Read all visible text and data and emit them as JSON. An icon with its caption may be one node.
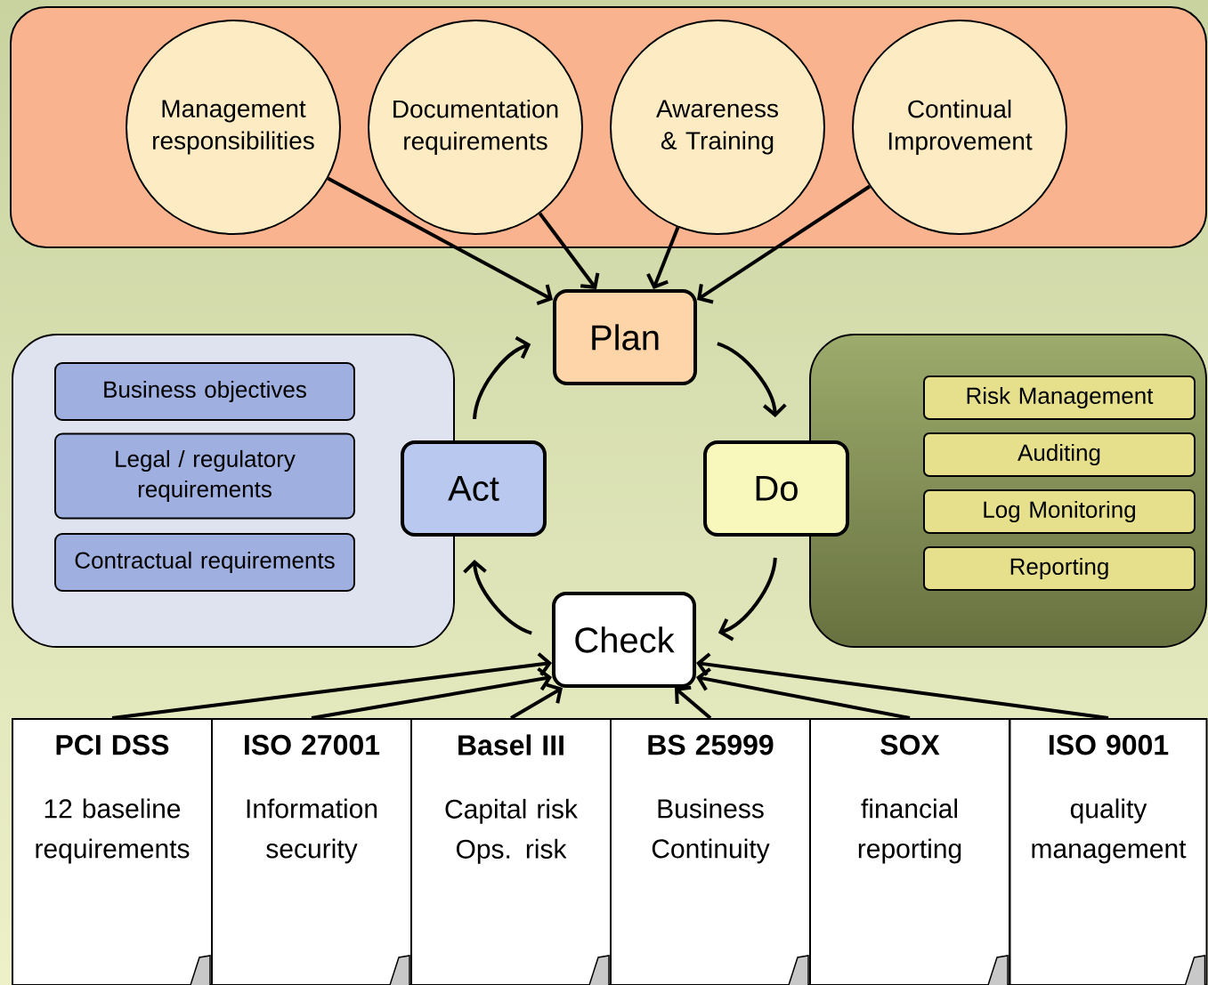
{
  "diagram": {
    "nodes": [
      {
        "text": [],
        "shape": "box"
      },
      {
        "text": [
          "Management responsibilities"
        ],
        "in": 0
      },
      {
        "text": [
          "Documentation requirements"
        ],
        "in": 0
      },
      {
        "text": [
          "Awareness & Training"
        ],
        "in": 0
      },
      {
        "text": [
          "Continual Improvement"
        ],
        "in": 0
      },
      {
        "text": [
          "Plan"
        ]
      },
      {
        "text": [],
        "shape": "box"
      },
      {
        "text": [
          "Business objectives"
        ],
        "in": 6
      },
      {
        "text": [
          "Legal / regulatory requirements"
        ],
        "in": 6
      },
      {
        "text": [
          "Contractual requirements"
        ],
        "in": 6
      },
      {
        "text": [
          "Act"
        ]
      },
      {
        "text": [
          "Do"
        ]
      },
      {
        "text": [],
        "shape": "box"
      },
      {
        "text": [
          "Risk Management"
        ],
        "in": 12
      },
      {
        "text": [
          "Auditing"
        ],
        "in": 12
      },
      {
        "text": [
          "Log Monitoring"
        ],
        "in": 12
      },
      {
        "text": [
          "Reporting"
        ],
        "in": 12
      },
      {
        "text": [
          "Check"
        ]
      },
      {
        "text": [
          "PCI DSS",
          "12 baseline requirements"
        ]
      },
      {
        "text": [
          "ISO 27001",
          "Information security"
        ]
      },
      {
        "text": [
          "Basel III",
          "Capital risk Ops. risk"
        ]
      },
      {
        "text": [
          "BS 25999",
          "Business Continuity"
        ]
      },
      {
        "text": [
          "SOX",
          "financial reporting"
        ]
      },
      {
        "text": [
          "ISO 9001",
          "quality management"
        ]
      }
    ],
    "edges": [
      {
        "from": 1,
        "to": 5,
        "arrow": "to"
      },
      {
        "from": 2,
        "to": 5,
        "arrow": "to"
      },
      {
        "from": 3,
        "to": 5,
        "arrow": "to"
      },
      {
        "from": 4,
        "to": 5,
        "arrow": "to"
      },
      {
        "from": 5,
        "to": 11,
        "arrow": "to"
      },
      {
        "from": 11,
        "to": 17,
        "arrow": "to"
      },
      {
        "from": 17,
        "to": 10,
        "arrow": "to"
      },
      {
        "from": 10,
        "to": 5,
        "arrow": "to"
      },
      {
        "from": 18,
        "to": 17,
        "arrow": "to"
      },
      {
        "from": 19,
        "to": 17,
        "arrow": "to"
      },
      {
        "from": 20,
        "to": 17,
        "arrow": "to"
      },
      {
        "from": 21,
        "to": 17,
        "arrow": "to"
      },
      {
        "from": 22,
        "to": 17,
        "arrow": "to"
      },
      {
        "from": 23,
        "to": 17,
        "arrow": "to"
      }
    ]
  }
}
